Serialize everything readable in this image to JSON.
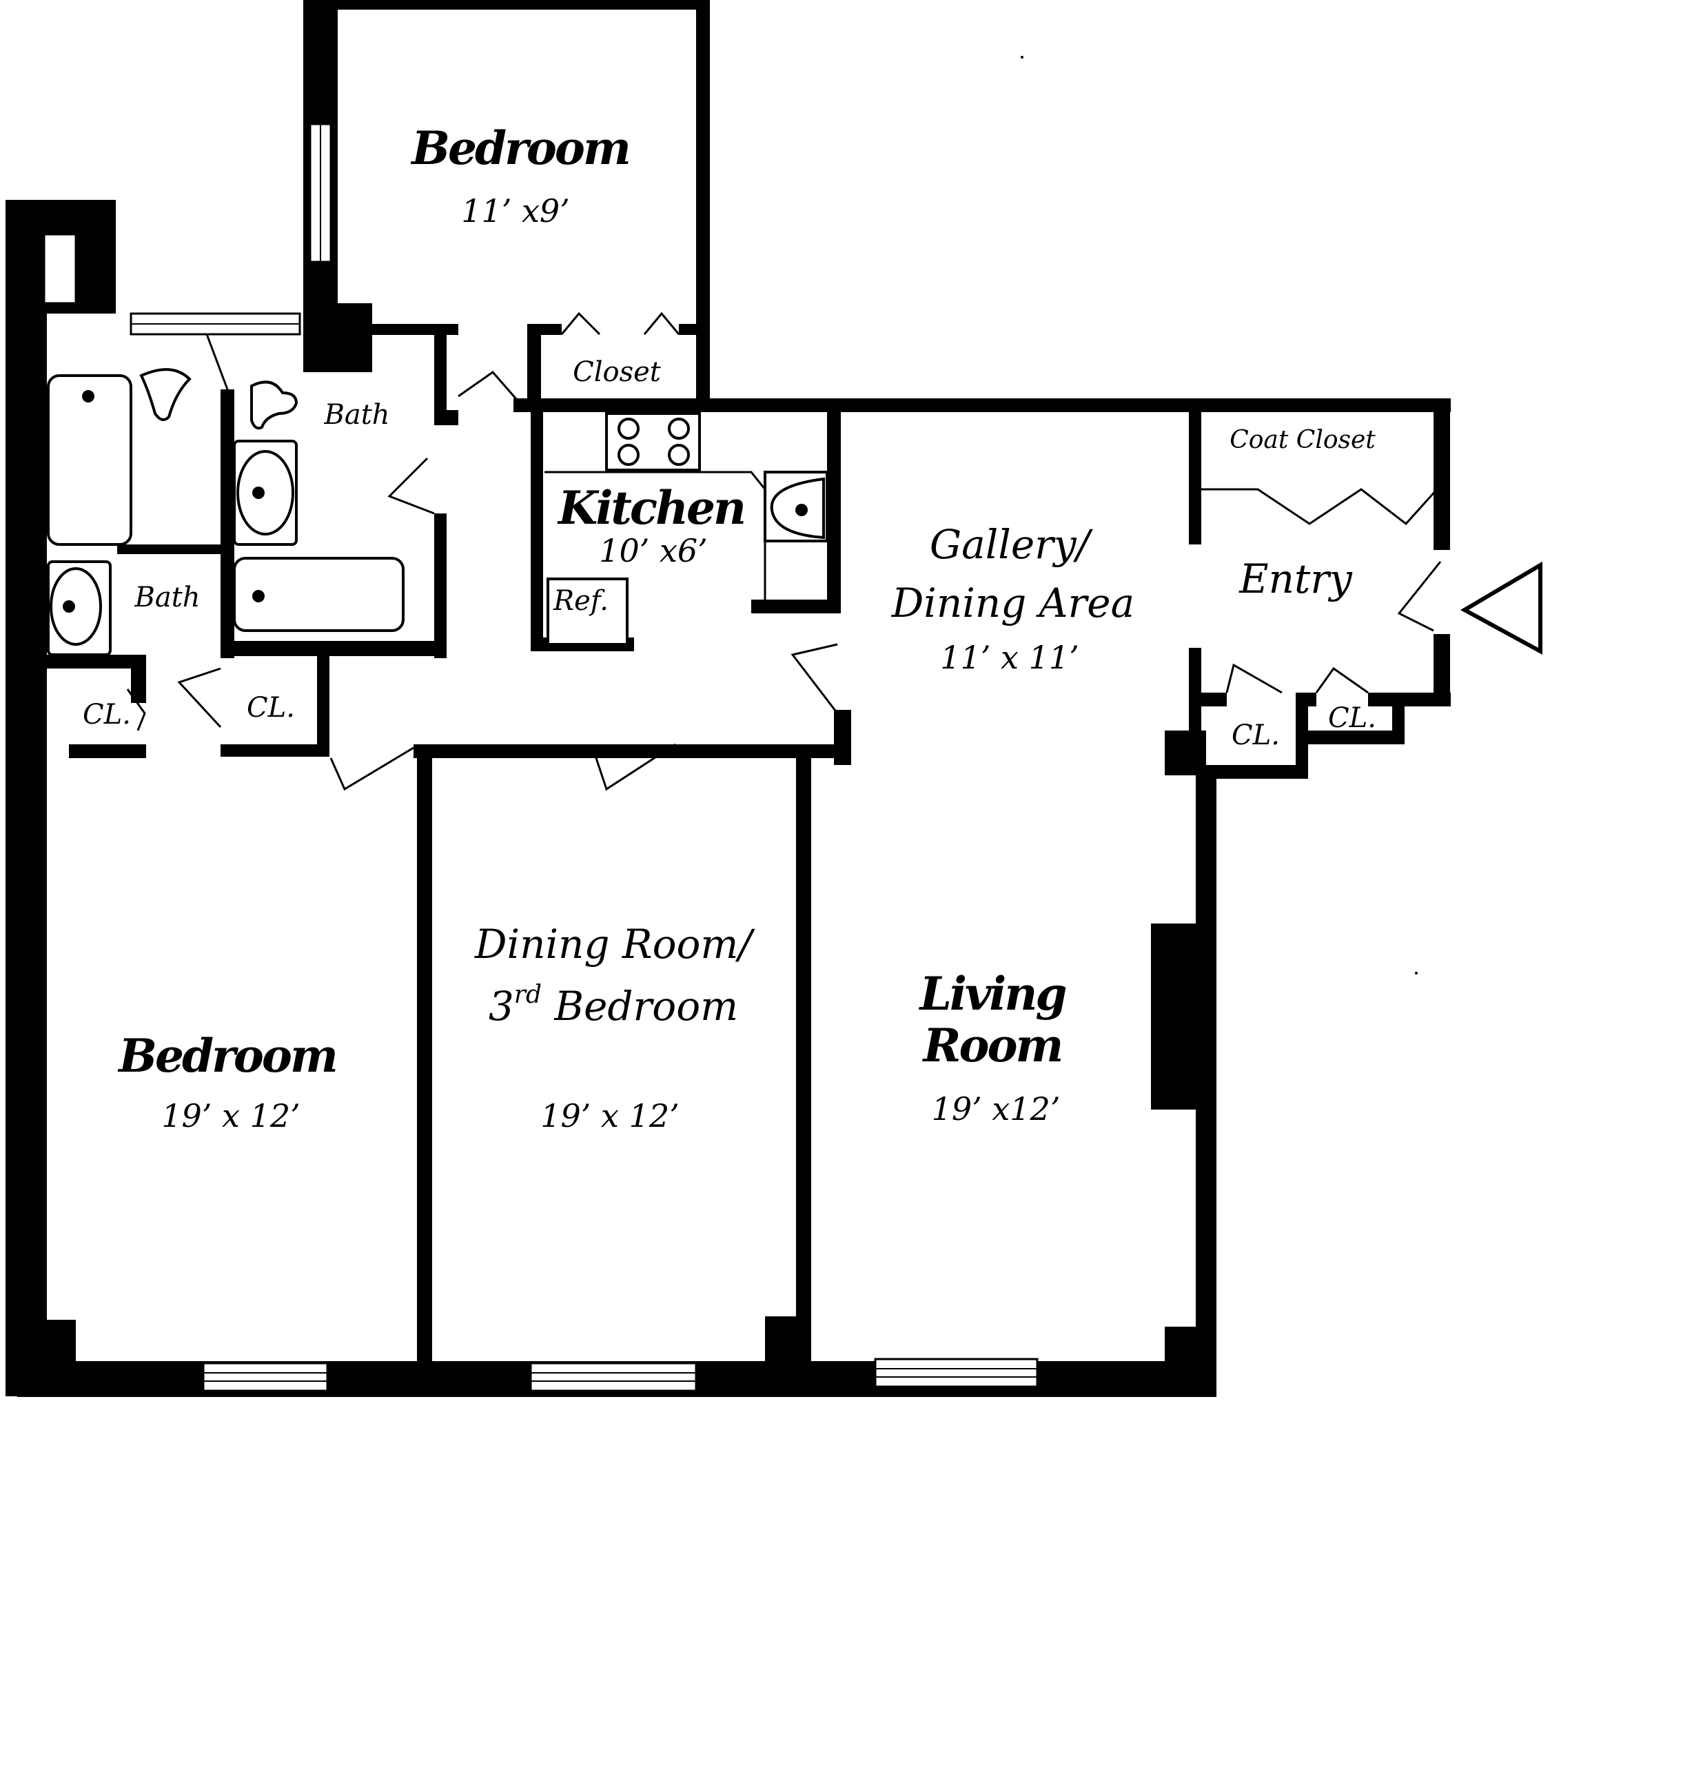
{
  "rooms": {
    "bedroom_top": {
      "name": "Bedroom",
      "size": "11’ x9’"
    },
    "closet_top": {
      "name": "Closet"
    },
    "bath_left": {
      "name": "Bath"
    },
    "bath_right": {
      "name": "Bath"
    },
    "cl_left": {
      "name": "CL."
    },
    "cl_mid": {
      "name": "CL."
    },
    "kitchen": {
      "name": "Kitchen",
      "size": "10’ x6’",
      "fridge": "Ref."
    },
    "gallery": {
      "line1": "Gallery/",
      "line2": "Dining Area",
      "size": "11’ x 11’"
    },
    "coat_closet": {
      "name": "Coat Closet"
    },
    "entry": {
      "name": "Entry"
    },
    "cl_entry_left": {
      "name": "CL."
    },
    "cl_entry_right": {
      "name": "CL."
    },
    "bedroom_bottom": {
      "name": "Bedroom",
      "size": "19’ x 12’"
    },
    "dining_room": {
      "line1": "Dining Room/",
      "line2_num": "3",
      "line2_sup": "rd",
      "line2_rest": " Bedroom",
      "size": "19’ x 12’"
    },
    "living_room": {
      "line1": "Living",
      "line2": "Room",
      "size": "19’ x12’"
    }
  },
  "colors": {
    "wall": "#000000",
    "background": "#ffffff"
  },
  "icons": {
    "entry_marker": "entry-arrow-icon"
  }
}
